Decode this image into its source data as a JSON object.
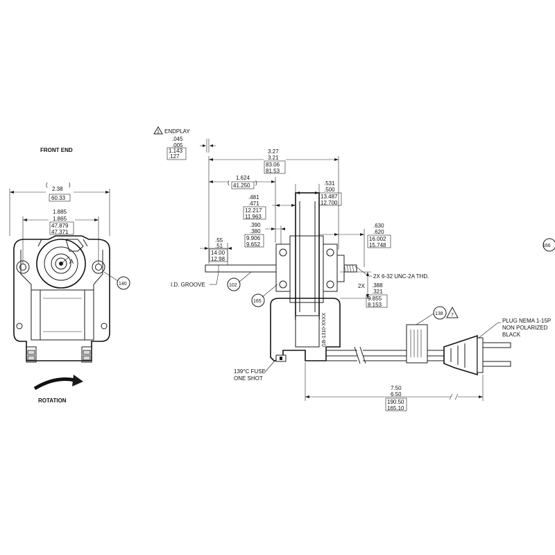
{
  "labels": {
    "front_end": "FRONT END",
    "rotation": "ROTATION",
    "endplay": "ENDPLAY",
    "id_groove": "I.D. GROOVE",
    "thread": "2X 6-32 UNC-2A THD.",
    "fuse_line1": "139°C FUSE",
    "fuse_line2": "ONE SHOT",
    "plug_line1": "PLUG NEMA 1-15P",
    "plug_line2": "NON POLARIZED",
    "plug_line3": "BLACK",
    "rotor_letter": "A",
    "two_x": "2X"
  },
  "balloons": {
    "b140": "140",
    "b102": "102",
    "b165": "165",
    "b166": "166",
    "b138": "138",
    "b7": "7",
    "b1": "1"
  },
  "dimensions": {
    "width_238": {
      "l1": "2.38",
      "l2": "60.33"
    },
    "hole_1885": {
      "l1": "1.885",
      "l2": "1.865",
      "l3": "47.879",
      "l4": "47.371"
    },
    "endplay": {
      "l1": ".045",
      "l2": ".005",
      "l3": "1.143",
      "l4": ".127"
    },
    "overall_327": {
      "l1": "3.27",
      "l2": "3.21",
      "l3": "83.06",
      "l4": "81.53"
    },
    "d_1624": {
      "l1": "1.624",
      "l2": "41.250"
    },
    "d_531": {
      "l1": ".531",
      "l2": ".500",
      "l3": "13.487",
      "l4": "12.700"
    },
    "d_481": {
      "l1": ".481",
      "l2": ".471",
      "l3": "12.217",
      "l4": "11.963"
    },
    "d_390": {
      "l1": ".390",
      "l2": ".380",
      "l3": "9.906",
      "l4": "9.652"
    },
    "d_630": {
      "l1": ".630",
      "l2": ".620",
      "l3": "16.002",
      "l4": "15.748"
    },
    "d_55": {
      "l1": ".55",
      "l2": ".51",
      "l3": "14.00",
      "l4": "12.98"
    },
    "d_388": {
      "l1": ".388",
      "l2": ".321",
      "l3": "9.855",
      "l4": "8.153"
    },
    "cord_750": {
      "l1": "7.50",
      "l2": "6.50",
      "l3": "190.50",
      "l4": "165.10"
    }
  },
  "part_marking": "GB-1310-XXXX"
}
